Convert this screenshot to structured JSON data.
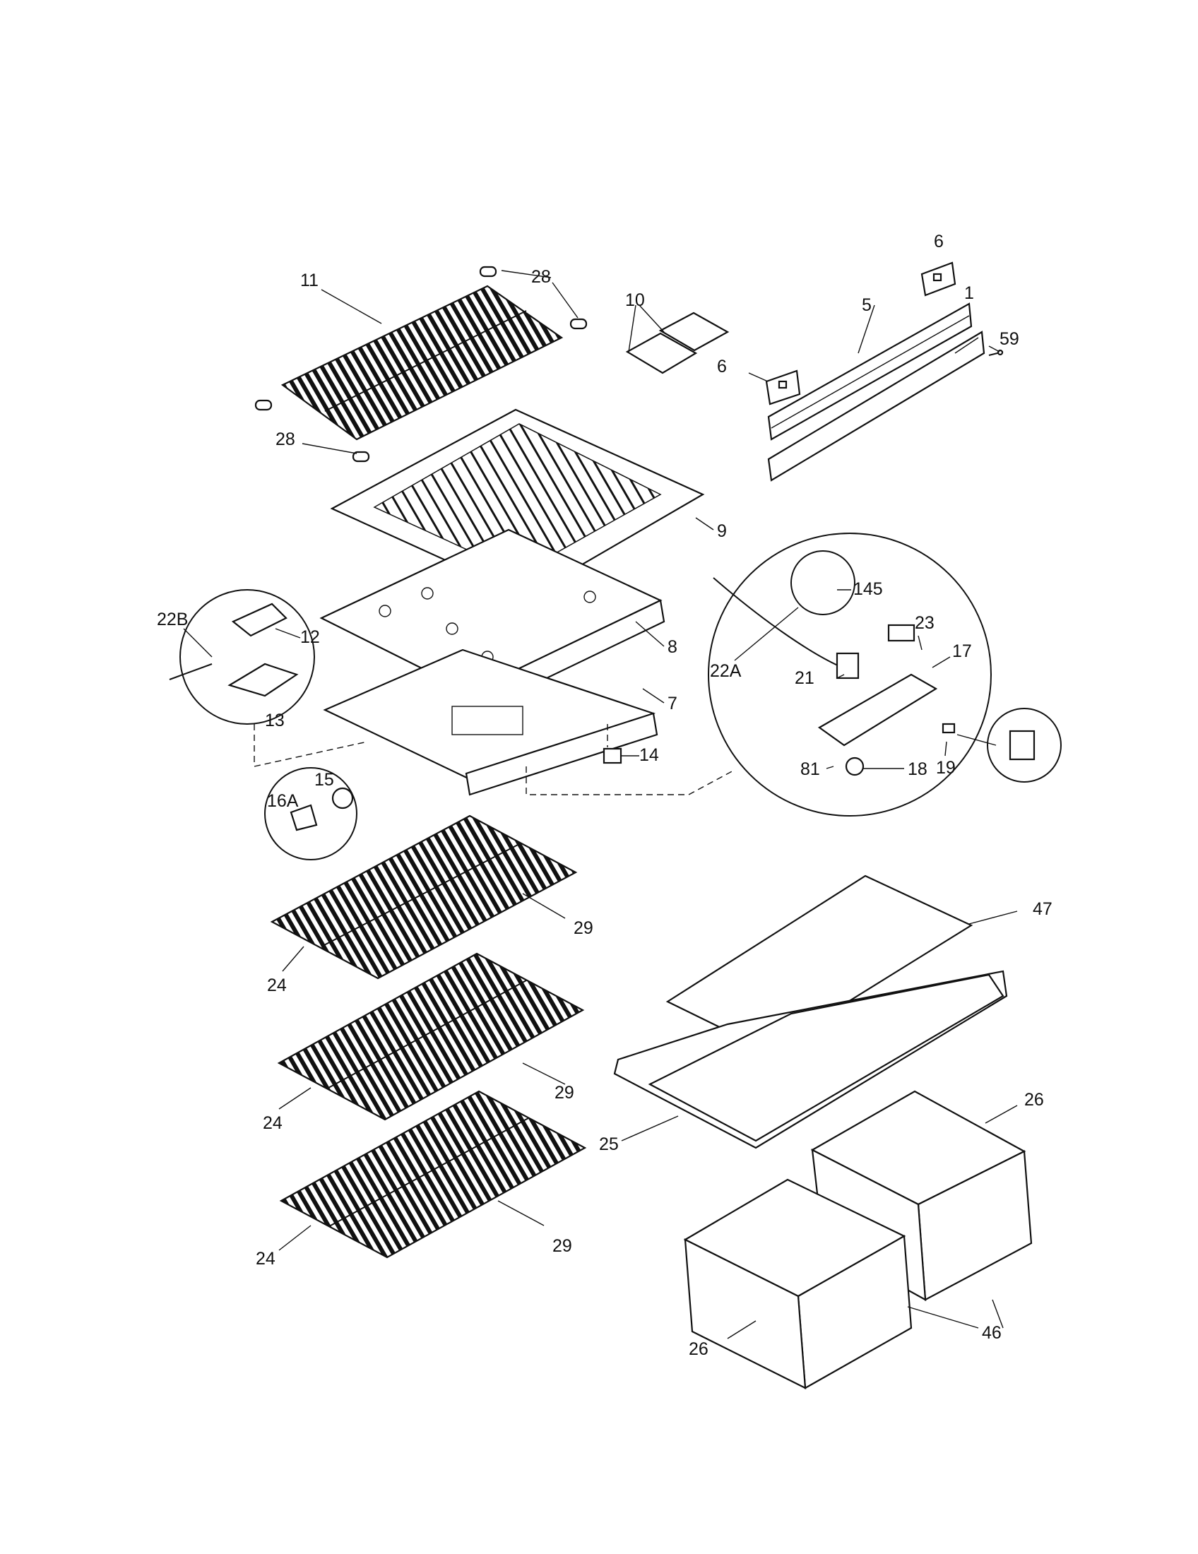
{
  "diagram": {
    "callouts": {
      "c1": "1",
      "c5": "5",
      "c6a": "6",
      "c6b": "6",
      "c59": "59",
      "c10": "10",
      "c11": "11",
      "c28a": "28",
      "c28b": "28",
      "c9": "9",
      "c8": "8",
      "c7": "7",
      "c22b": "22B",
      "c12": "12",
      "c13": "13",
      "c14": "14",
      "c15": "15",
      "c16a": "16A",
      "c145": "145",
      "c23": "23",
      "c22a": "22A",
      "c21": "21",
      "c17": "17",
      "c19": "19",
      "c81": "81",
      "c18": "18",
      "c47": "47",
      "c29a": "29",
      "c29b": "29",
      "c29c": "29",
      "c24a": "24",
      "c24b": "24",
      "c24c": "24",
      "c25": "25",
      "c26a": "26",
      "c26b": "26",
      "c46": "46"
    }
  }
}
